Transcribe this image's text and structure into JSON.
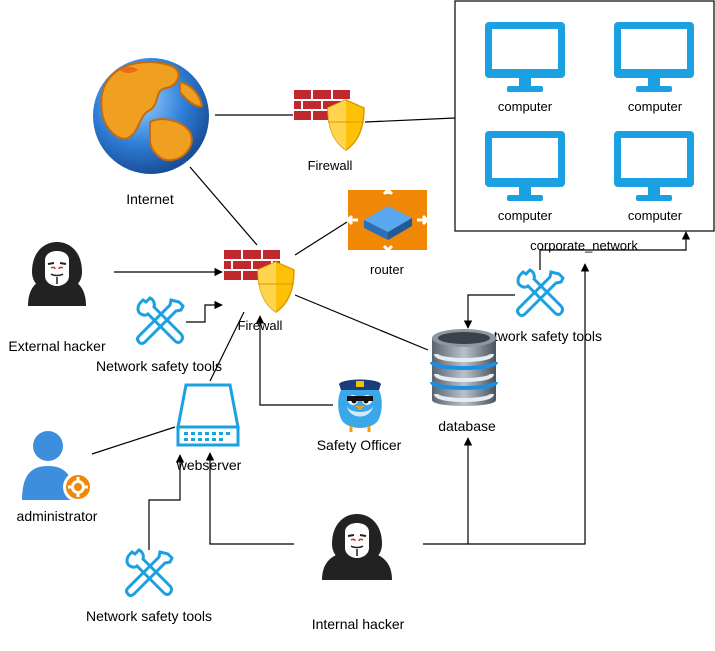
{
  "nodes": {
    "internet": "Internet",
    "firewall_top": "Firewall",
    "firewall_main": "Firewall",
    "router": "router",
    "corporate_network": "corporate_network",
    "computer_1": "computer",
    "computer_2": "computer",
    "computer_3": "computer",
    "computer_4": "computer",
    "external_hacker": "External hacker",
    "tools_left": "Network safety tools",
    "tools_right": "Network safety tools",
    "tools_bottom": "Network safety tools",
    "database": "database",
    "safety_officer": "Safety Officer",
    "webserver": "webserver",
    "administrator": "administrator",
    "internal_hacker": "Internal hacker"
  },
  "colors": {
    "computer": "#1BA1E2",
    "firewall_brick": "#C0282D",
    "shield": "#FFC107",
    "router_bg": "#F08705",
    "router_box": "#3C8FD6",
    "admin": "#3E8EDE",
    "admin_gear": "#F08705",
    "tools": "#1BA1E2",
    "hacker": "#222222",
    "db_body": "#5E6A78"
  }
}
